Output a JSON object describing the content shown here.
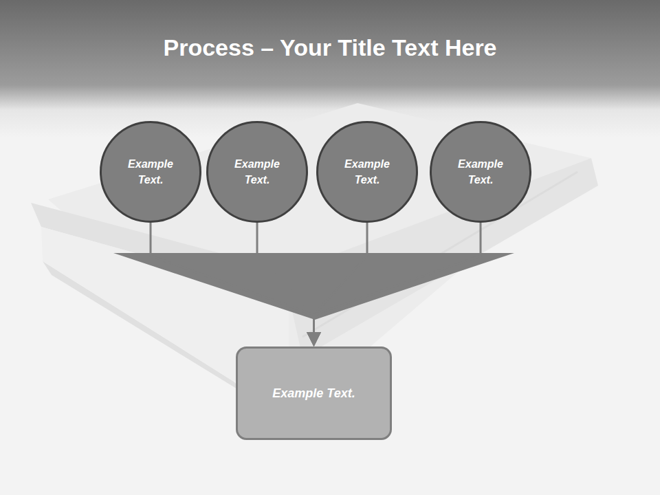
{
  "diagram": {
    "title": "Process – Your Title Text Here",
    "nodes": [
      {
        "text": [
          "Example Text."
        ]
      },
      {
        "text": [
          "Example Text."
        ]
      },
      {
        "text": [
          "Example Text."
        ]
      },
      {
        "text": [
          "Example Text."
        ]
      },
      {
        "text": [
          "Example Text."
        ]
      }
    ],
    "edges": [
      {
        "from": 0,
        "to": 4,
        "arrow": "to"
      },
      {
        "from": 1,
        "to": 4,
        "arrow": "to"
      },
      {
        "from": 2,
        "to": 4,
        "arrow": "to"
      },
      {
        "from": 3,
        "to": 4,
        "arrow": "to"
      }
    ]
  }
}
